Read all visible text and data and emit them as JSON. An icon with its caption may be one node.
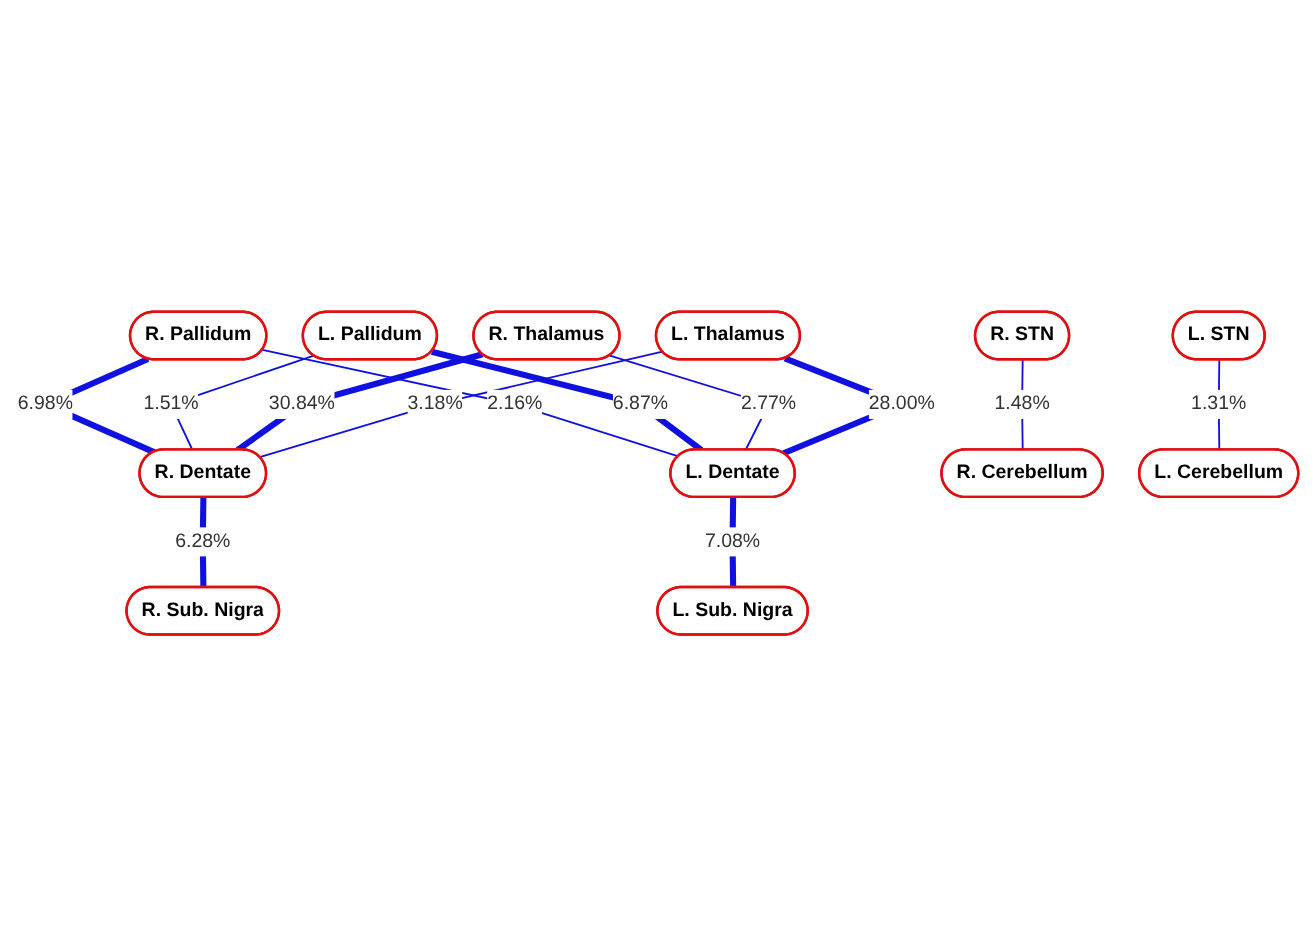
{
  "diagram": {
    "nodes": [
      {
        "text": [
          "R. Pallidum"
        ]
      },
      {
        "text": [
          "L. Pallidum"
        ]
      },
      {
        "text": [
          "R. Thalamus"
        ]
      },
      {
        "text": [
          "L. Thalamus"
        ]
      },
      {
        "text": [
          "R. Dentate"
        ]
      },
      {
        "text": [
          "L. Dentate"
        ]
      },
      {
        "text": [
          "R. Sub. Nigra"
        ]
      },
      {
        "text": [
          "L. Sub. Nigra"
        ]
      },
      {
        "text": [
          "R. STN"
        ]
      },
      {
        "text": [
          "L. STN"
        ]
      },
      {
        "text": [
          "R. Cerebellum"
        ]
      },
      {
        "text": [
          "L. Cerebellum"
        ]
      }
    ],
    "edges": [
      {
        "from": 0,
        "to": 4,
        "arrow": "none",
        "label": "6.98%",
        "style": "thick"
      },
      {
        "from": 0,
        "to": 5,
        "arrow": "none",
        "label": "2.16%"
      },
      {
        "from": 1,
        "to": 4,
        "arrow": "none",
        "label": "1.51%"
      },
      {
        "from": 1,
        "to": 5,
        "arrow": "none",
        "label": "6.87%",
        "style": "thick"
      },
      {
        "from": 2,
        "to": 4,
        "arrow": "none",
        "label": "30.84%",
        "style": "thick"
      },
      {
        "from": 2,
        "to": 5,
        "arrow": "none",
        "label": "2.77%"
      },
      {
        "from": 3,
        "to": 4,
        "arrow": "none",
        "label": "3.18%"
      },
      {
        "from": 3,
        "to": 5,
        "arrow": "none",
        "label": "28.00%",
        "style": "thick"
      },
      {
        "from": 4,
        "to": 6,
        "arrow": "none",
        "label": "6.28%",
        "style": "thick"
      },
      {
        "from": 5,
        "to": 7,
        "arrow": "none",
        "label": "7.08%",
        "style": "thick"
      },
      {
        "from": 8,
        "to": 10,
        "arrow": "none",
        "label": "1.48%"
      },
      {
        "from": 9,
        "to": 11,
        "arrow": "none",
        "label": "1.31%"
      }
    ]
  }
}
